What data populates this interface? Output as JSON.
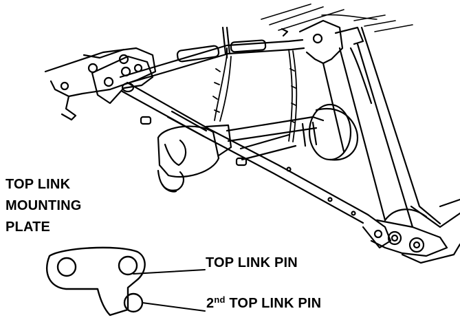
{
  "labels": {
    "mounting_plate": [
      "TOP LINK",
      "MOUNTING",
      "PLATE"
    ],
    "top_link_pin": "TOP LINK PIN",
    "second_pin_ordinal": "2",
    "second_pin_suffix": "nd",
    "second_pin_rest": " TOP LINK PIN"
  }
}
